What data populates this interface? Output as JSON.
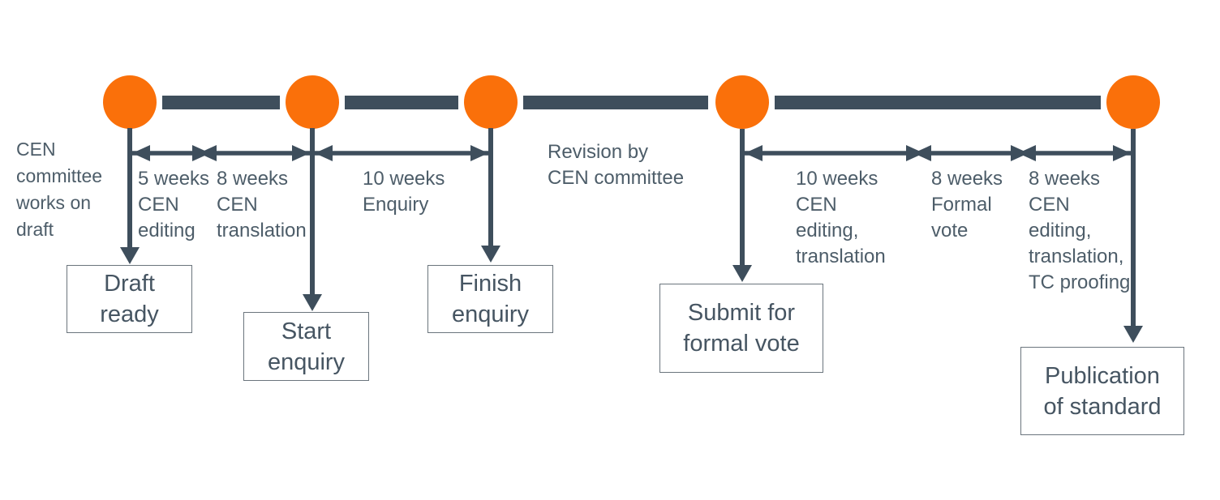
{
  "colors": {
    "accent_orange": "#FA700A",
    "slate": "#3E4E5C",
    "label_text": "#4D5D69",
    "box_text": "#465562",
    "box_border": "#6B757D",
    "background": "#FFFFFF"
  },
  "left_note": "CEN\ncommittee\nworks on\ndraft",
  "revision_note": "Revision by\nCEN committee",
  "durations": [
    {
      "text": "5 weeks\nCEN\nediting"
    },
    {
      "text": "8 weeks\nCEN\ntranslation"
    },
    {
      "text": "10 weeks\nEnquiry"
    },
    {
      "text": "10 weeks\nCEN\nediting,\ntranslation"
    },
    {
      "text": "8 weeks\nFormal\nvote"
    },
    {
      "text": "8 weeks\nCEN\nediting,\ntranslation,\nTC proofing"
    }
  ],
  "milestones": [
    {
      "label": "Draft\nready"
    },
    {
      "label": "Start\nenquiry"
    },
    {
      "label": "Finish\nenquiry"
    },
    {
      "label": "Submit for\nformal vote"
    },
    {
      "label": "Publication\nof standard"
    }
  ]
}
